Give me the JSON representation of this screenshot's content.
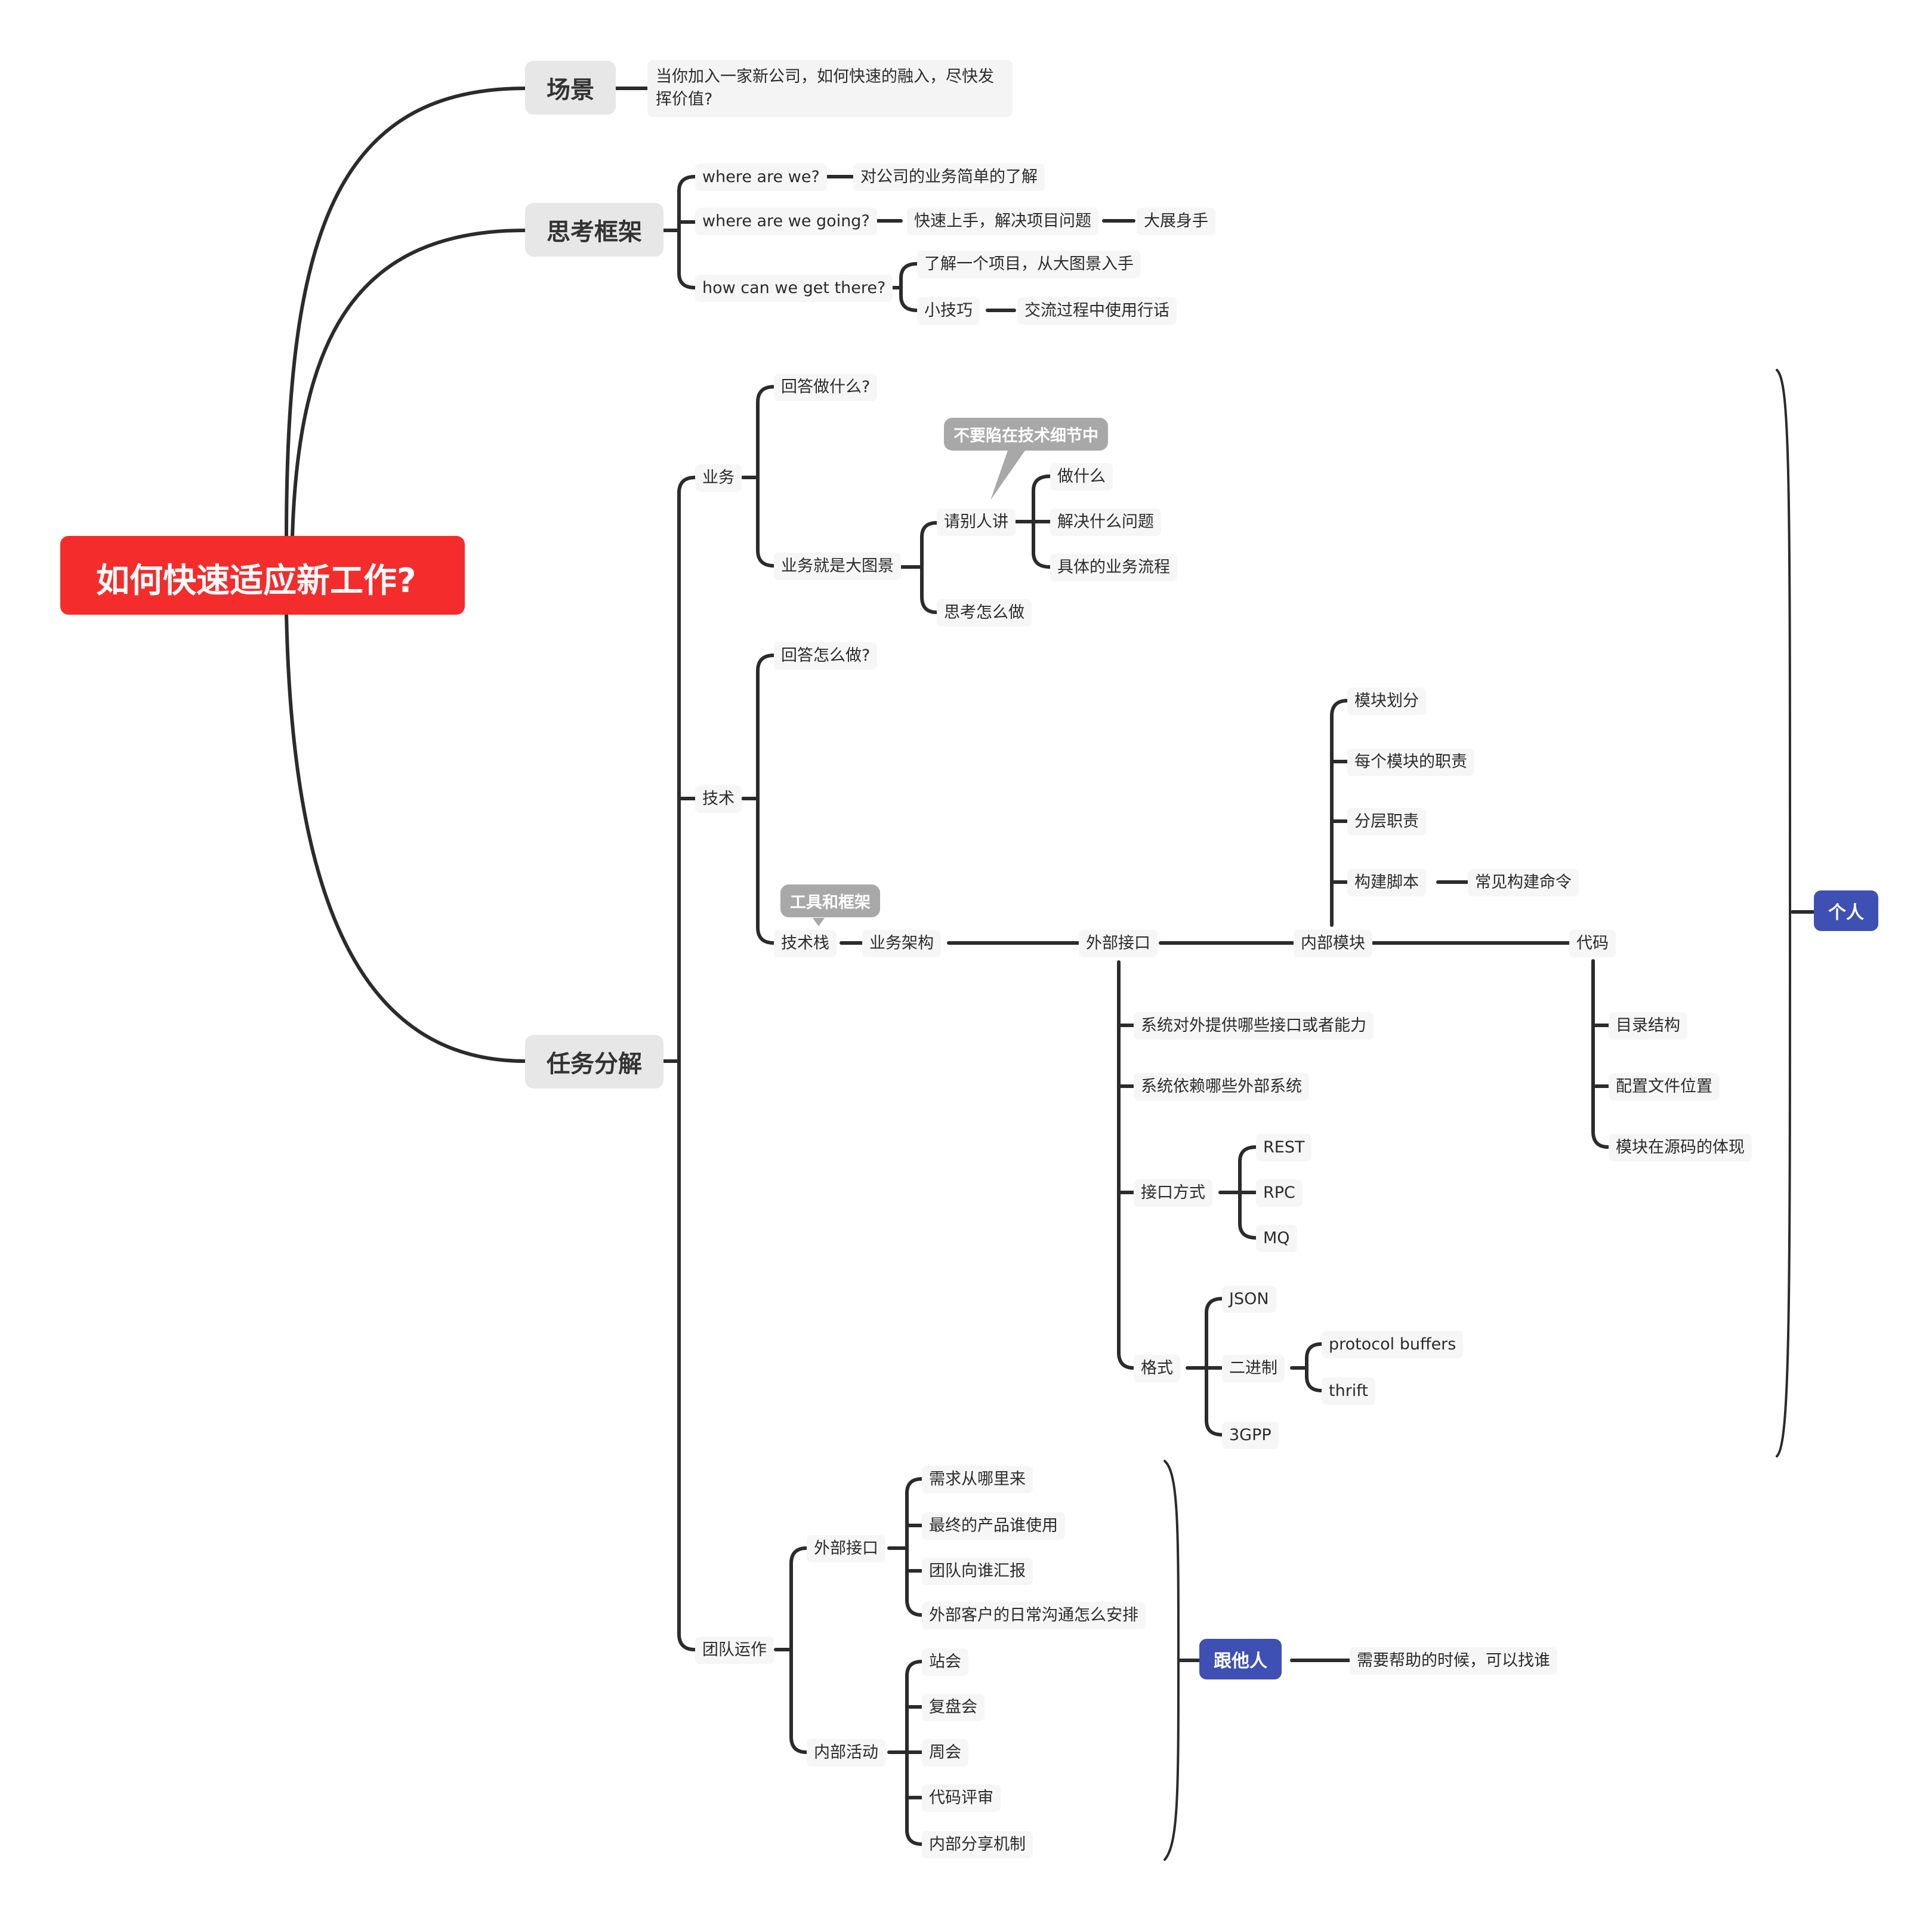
{
  "root": "如何快速适应新工作?",
  "main": {
    "scene": "场景",
    "framework": "思考框架",
    "tasks": "任务分解"
  },
  "scene_text": "当你加入一家新公司，如何快速的融入，尽快发挥价值?",
  "framework": {
    "q1": "where are we?",
    "a1": "对公司的业务简单的了解",
    "q2": "where are we going?",
    "a2": "快速上手，解决项目问题",
    "a2b": "大展身手",
    "q3": "how can we get there?",
    "a3": "了解一个项目，从大图景入手",
    "a3b": "小技巧",
    "a3c": "交流过程中使用行话"
  },
  "business": {
    "label": "业务",
    "q": "回答做什么?",
    "big_picture": "业务就是大图景",
    "ask": "请别人讲",
    "ask_items": [
      "做什么",
      "解决什么问题",
      "具体的业务流程"
    ],
    "think": "思考怎么做",
    "callout": "不要陷在技术细节中"
  },
  "tech": {
    "label": "技术",
    "q": "回答怎么做?",
    "stack": "技术栈",
    "stack_note": "工具和框架",
    "arch": "业务架构",
    "ext": "外部接口",
    "ext_items": [
      "系统对外提供哪些接口或者能力",
      "系统依赖哪些外部系统"
    ],
    "iface": "接口方式",
    "iface_items": [
      "REST",
      "RPC",
      "MQ"
    ],
    "format": "格式",
    "json": "JSON",
    "binary": "二进制",
    "binary_items": [
      "protocol buffers",
      "thrift"
    ],
    "gpp": "3GPP",
    "internal": "内部模块",
    "internal_items": [
      "模块划分",
      "每个模块的职责",
      "分层职责"
    ],
    "build": "构建脚本",
    "build_cmd": "常见构建命令",
    "code": "代码",
    "code_items": [
      "目录结构",
      "配置文件位置",
      "模块在源码的体现"
    ]
  },
  "team": {
    "label": "团队运作",
    "external": "外部接口",
    "external_items": [
      "需求从哪里来",
      "最终的产品谁使用",
      "团队向谁汇报",
      "外部客户的日常沟通怎么安排"
    ],
    "internal": "内部活动",
    "internal_items": [
      "站会",
      "复盘会",
      "周会",
      "代码评审",
      "内部分享机制"
    ]
  },
  "personal": "个人",
  "others": "跟他人",
  "others_text": "需要帮助的时候，可以找谁",
  "colors": {
    "root": "#f42c2c",
    "badge": "#3e50b4",
    "line": "#2b2b2b",
    "note": "#a8a8a8"
  }
}
